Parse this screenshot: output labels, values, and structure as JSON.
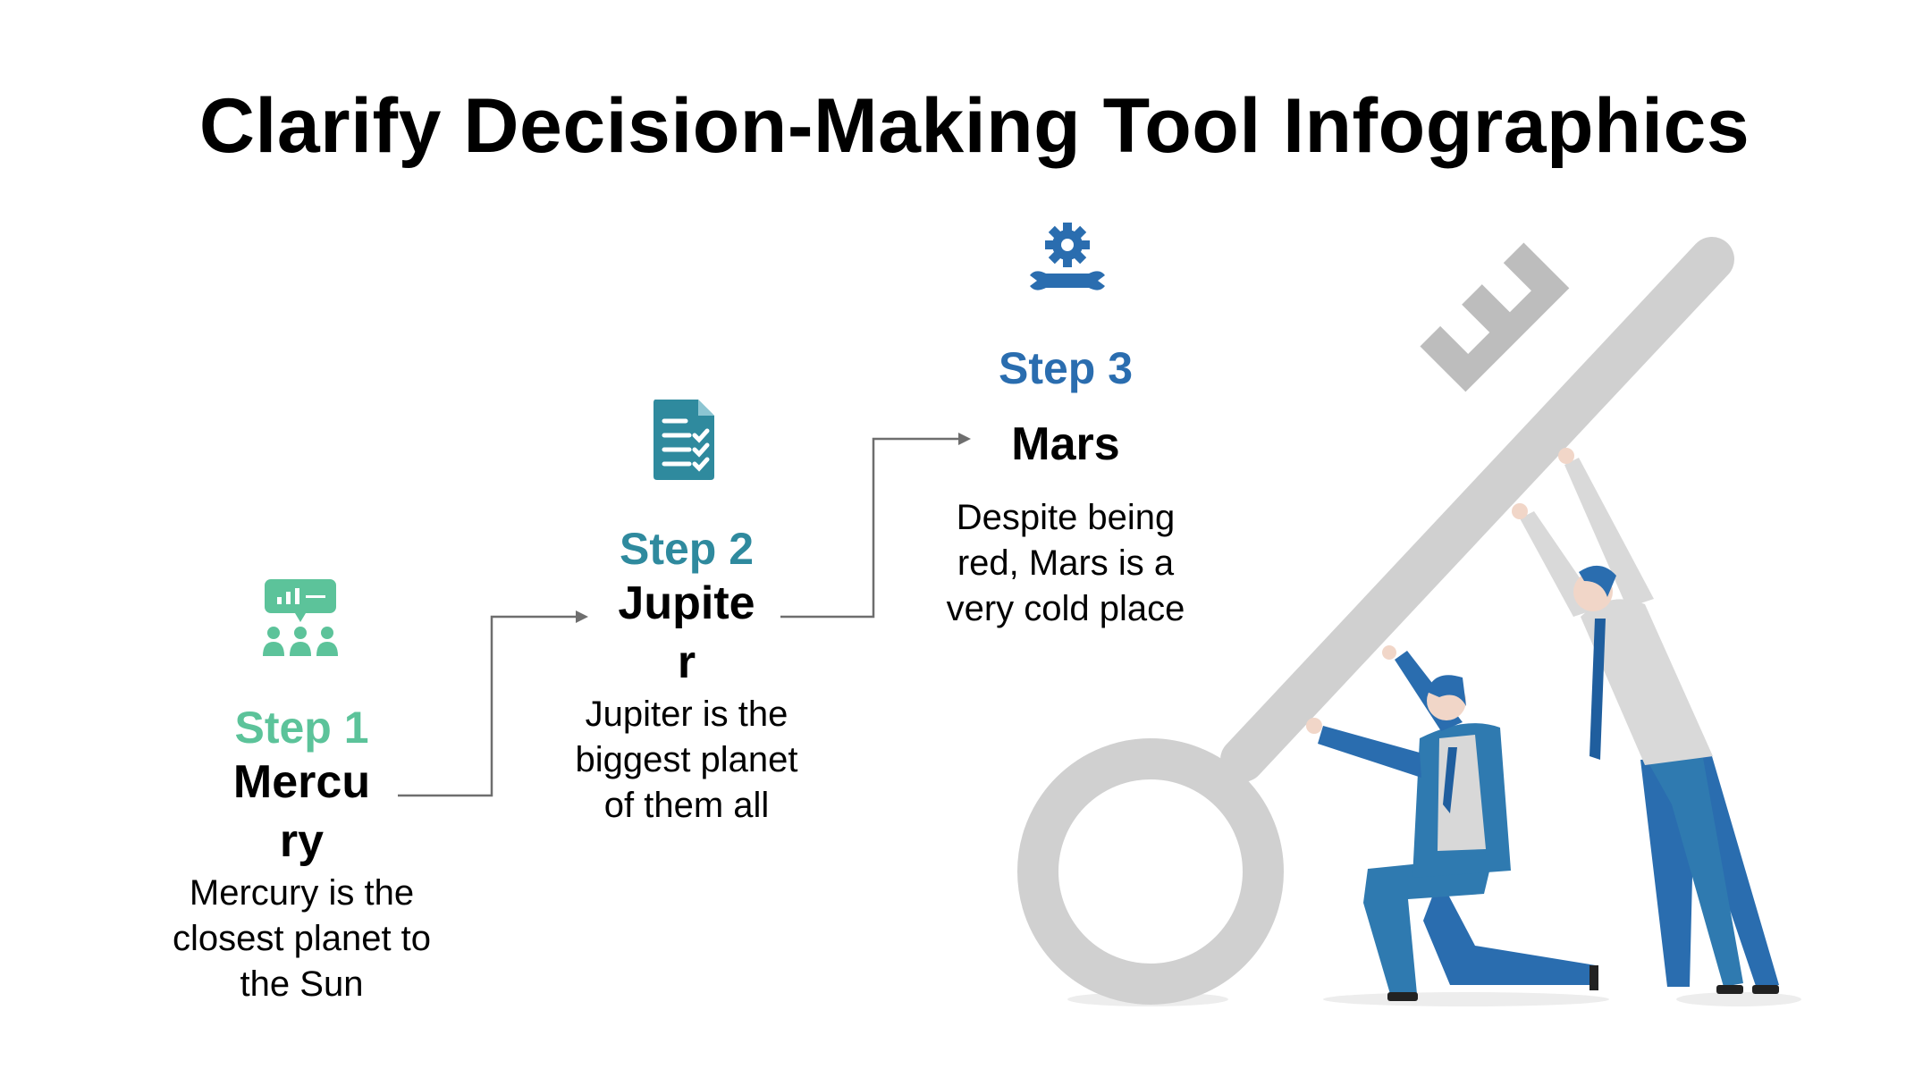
{
  "title": "Clarify Decision-Making Tool Infographics",
  "colors": {
    "step1": "#5CC39A",
    "step2": "#2F8A9E",
    "step3": "#2A6DAF",
    "key": "#D0D0D0",
    "connector": "#6E6E6E"
  },
  "steps": [
    {
      "label": "Step 1",
      "name": "Mercu ry",
      "desc": "Mercury is the closest planet to the Sun",
      "icon": "presentation-audience-icon"
    },
    {
      "label": "Step 2",
      "name": "Jupite r",
      "desc": "Jupiter is the biggest planet of them all",
      "icon": "checklist-document-icon"
    },
    {
      "label": "Step 3",
      "name": "Mars",
      "desc": "Despite being red, Mars is a very cold place",
      "icon": "gear-wrench-icon"
    }
  ]
}
